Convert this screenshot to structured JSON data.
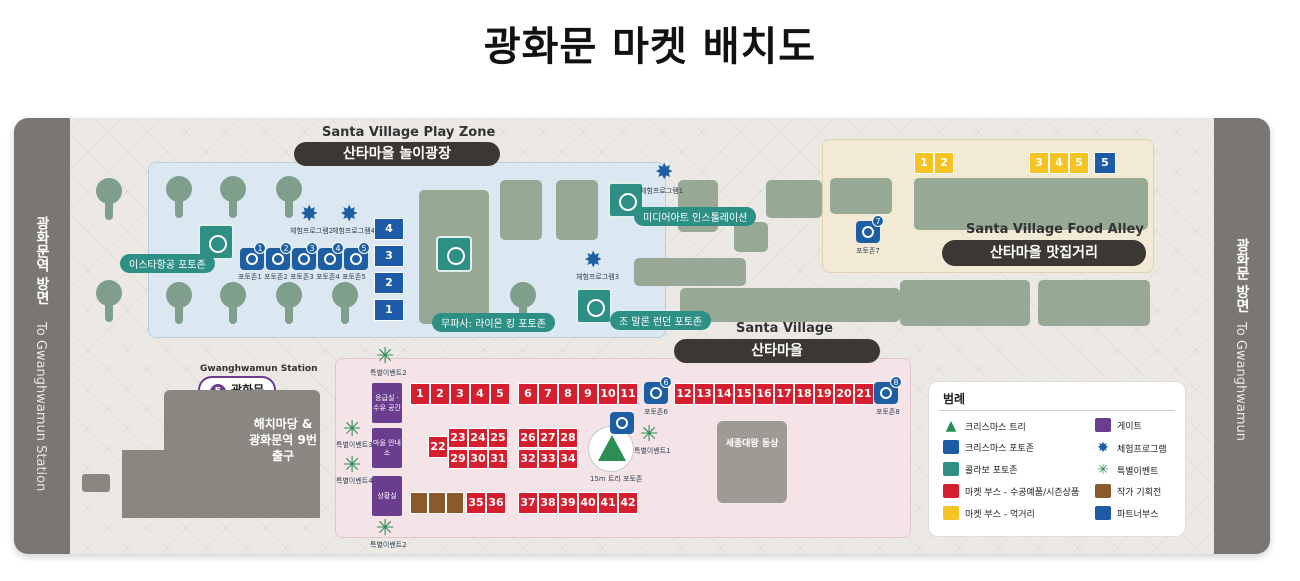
{
  "title": "광화문 마켓 배치도",
  "left_road": {
    "kr": "광화문역 방면",
    "en": "To Gwanghwamun Station"
  },
  "right_road": {
    "kr": "광화문 방면",
    "en": "To Gwanghwamun"
  },
  "play_zone": {
    "en": "Santa Village Play Zone",
    "kr": "산타마을 놀이광장",
    "photo_zones": [
      "포토존1",
      "포토존2",
      "포토존3",
      "포토존4",
      "포토존5"
    ],
    "photo_zone_numbers": [
      "1",
      "2",
      "3",
      "4",
      "5"
    ],
    "experiences": [
      "체험프로그램2",
      "체험프로그램4",
      "체험프로그램1",
      "체험프로그램3"
    ],
    "partner_booths": [
      "4",
      "3",
      "2",
      "1"
    ],
    "collab_labels": [
      "이스타항공 포토존",
      "무파사: 라이온 킹 포토존",
      "미디어아트 인스톨레이션",
      "조 말론 런던 포토존"
    ]
  },
  "food_alley": {
    "en": "Santa Village Food Alley",
    "kr": "산타마을 맛집거리",
    "food_booths": [
      "1",
      "2",
      "3",
      "4",
      "5"
    ],
    "partner_booth": "5",
    "photo_zone": "포토존7",
    "photo_zone_number": "7"
  },
  "santa_village": {
    "en": "Santa Village",
    "kr": "산타마을",
    "row1_a": [
      "1",
      "2",
      "3",
      "4",
      "5"
    ],
    "row1_b": [
      "6",
      "7",
      "8",
      "9",
      "10",
      "11"
    ],
    "row1_c": [
      "12",
      "13",
      "14",
      "15",
      "16",
      "17",
      "18",
      "19",
      "20",
      "21"
    ],
    "row2_a": [
      "23",
      "24",
      "25"
    ],
    "row2_b": [
      "26",
      "27",
      "28"
    ],
    "row3_a": [
      "29",
      "30",
      "31"
    ],
    "row3_b": [
      "32",
      "33",
      "34"
    ],
    "booth22": "22",
    "row4_a": [
      "35",
      "36"
    ],
    "row4_b": [
      "37",
      "38",
      "39",
      "40",
      "41",
      "42"
    ],
    "gates": [
      "응급실 · 수유 공간",
      "마을 안내소",
      "상황실"
    ],
    "photo_zones": [
      "포토존6",
      "포토존8"
    ],
    "photo_zone_numbers": [
      "6",
      "8"
    ],
    "tree_label": "15m 트리 포토존",
    "statue_label": "세종대왕 동상",
    "special_events": [
      "특별이벤트2",
      "특별이벤트3",
      "특별이벤트4",
      "특별이벤트1",
      "특별이벤트2"
    ]
  },
  "station": {
    "en": "Gwanghwamun Station",
    "num": "5",
    "kr": "광화문"
  },
  "haechi": "해치마당 & 광화문역 9번 출구",
  "legend": {
    "title": "범례",
    "items": [
      "크리스마스 트리",
      "게이트",
      "크리스마스 포토존",
      "체험프로그램",
      "콜라보 포토존",
      "특별이벤트",
      "마켓 부스 - 수공예품/시즌상품",
      "작가 기획전",
      "마켓 부스 - 먹거리",
      "파트너부스"
    ]
  },
  "colors": {
    "market_red": "#d51f2e",
    "food_yellow": "#f5c322",
    "partner_blue": "#1d5ba8",
    "artist_brown": "#8b5a2b",
    "gate_purple": "#6a3d8f",
    "collab_teal": "#2e8f85"
  }
}
